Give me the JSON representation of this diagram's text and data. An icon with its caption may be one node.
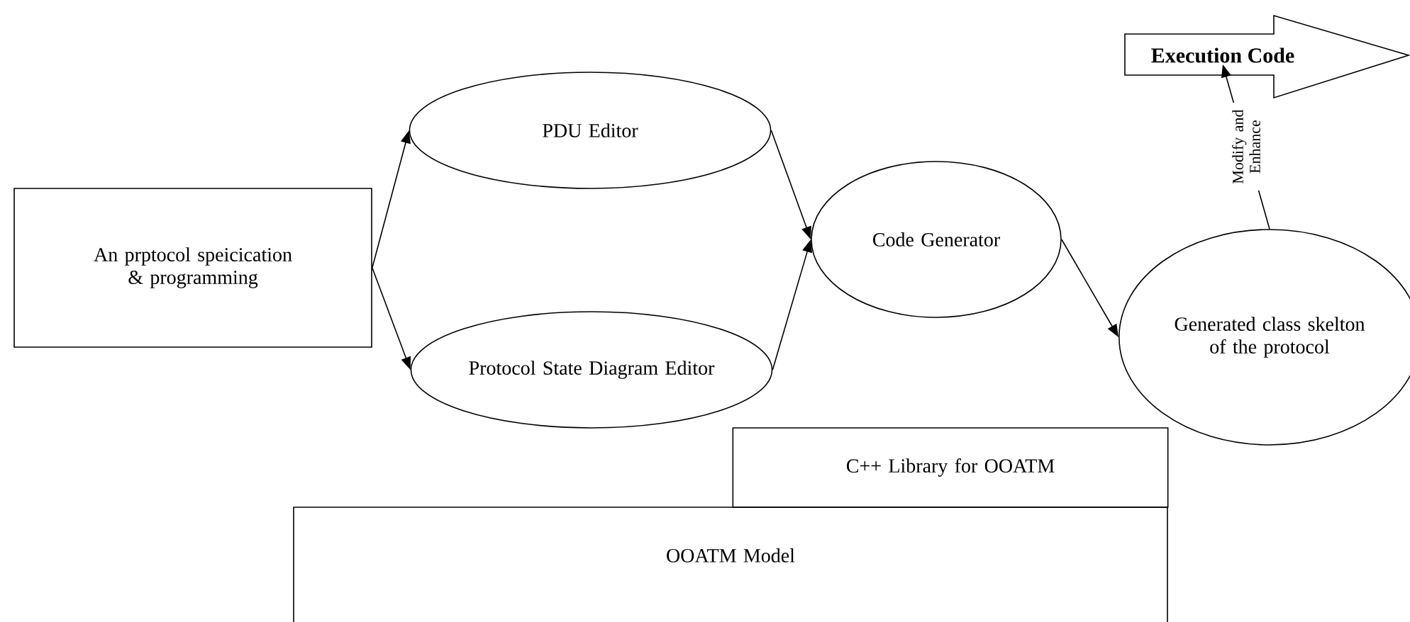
{
  "diagram": {
    "nodes": [
      {
        "text": [
          "An prptocol speicication & programming"
        ]
      },
      {
        "text": [
          "PDU Editor"
        ]
      },
      {
        "text": [
          "Protocol State Diagram Editor"
        ]
      },
      {
        "text": [
          "Code Generator"
        ]
      },
      {
        "text": [
          "Generated class skelton of the protocol"
        ]
      },
      {
        "text": [
          "Execution Code"
        ]
      },
      {
        "text": [
          "C++ Library for OOATM"
        ]
      },
      {
        "text": [
          "OOATM Model"
        ]
      }
    ],
    "edges": [
      {
        "from": 0,
        "to": 1,
        "arrow": "to"
      },
      {
        "from": 0,
        "to": 2,
        "arrow": "to"
      },
      {
        "from": 1,
        "to": 3,
        "arrow": "to"
      },
      {
        "from": 2,
        "to": 3,
        "arrow": "to"
      },
      {
        "from": 3,
        "to": 4,
        "arrow": "to"
      },
      {
        "from": 4,
        "to": 5,
        "arrow": "to",
        "label": "Modify and Enhance"
      }
    ]
  }
}
